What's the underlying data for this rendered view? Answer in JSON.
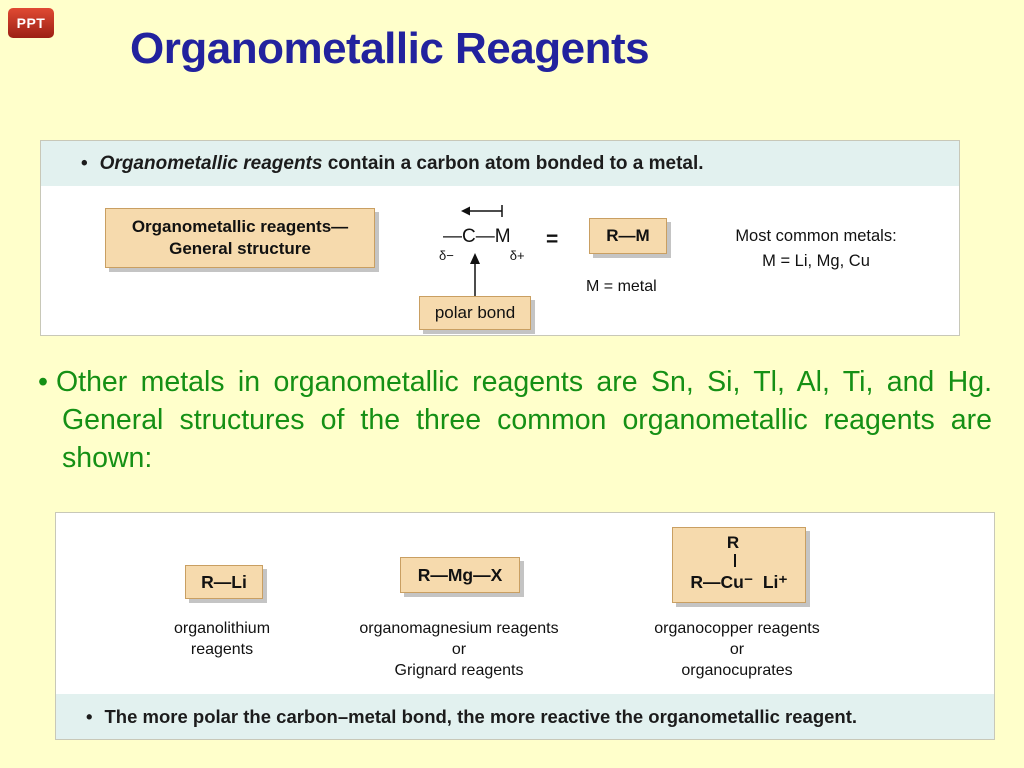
{
  "logo": {
    "text": "PPT"
  },
  "title": "Organometallic Reagents",
  "colors": {
    "background": "#FFFFCB",
    "title_blue": "#22229E",
    "green_text": "#159015",
    "strip_teal": "#E2F1EF",
    "box_tan": "#F6DAAD",
    "box_border": "#C99F62"
  },
  "panel_top": {
    "header_bullet": "•",
    "header_lead": "Organometallic reagents",
    "header_rest": " contain a carbon atom bonded to a metal.",
    "general_box": {
      "line1": "Organometallic reagents—",
      "line2": "General structure"
    },
    "structure": {
      "cm_formula": "—C—M",
      "delta_minus": "δ−",
      "delta_plus": "δ+",
      "equals": "=",
      "rm_formula": "R—M",
      "m_metal": "M = metal",
      "polar_bond_label": "polar bond"
    },
    "metals": {
      "line1": "Most common metals:",
      "line2": "M = Li, Mg, Cu"
    }
  },
  "body_bullet": {
    "bullet": "•",
    "text": "Other metals in organometallic reagents are Sn, Si, Tl, Al, Ti, and Hg. General structures of the three common organometallic reagents are shown:"
  },
  "panel_bottom": {
    "groups": [
      {
        "formula": "R—Li",
        "caption": "organolithium\nreagents"
      },
      {
        "formula": "R—Mg—X",
        "caption": "organomagnesium reagents\nor\nGrignard reagents"
      },
      {
        "formula_top": "R",
        "formula": "R—Cu⁻  Li⁺",
        "caption": "organocopper reagents\nor\norganocuprates"
      }
    ],
    "footer_bullet": "•",
    "footer_text": "The more polar the carbon–metal bond, the more reactive the organometallic reagent."
  }
}
